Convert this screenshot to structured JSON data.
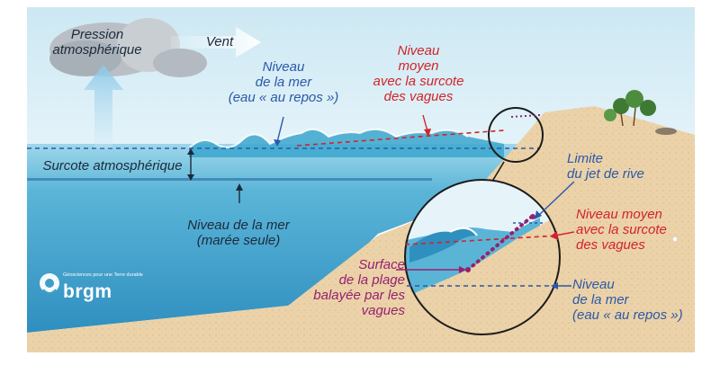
{
  "labels": {
    "pression": [
      "Pression",
      "atmosphérique"
    ],
    "vent": "Vent",
    "niveau_repos_top": [
      "Niveau",
      "de la mer",
      "(eau « au repos »)"
    ],
    "niveau_moyen_top": [
      "Niveau",
      "moyen",
      "avec la surcote",
      "des vagues"
    ],
    "surcote_atmo": "Surcote atmosphérique",
    "niveau_maree": [
      "Niveau de la mer",
      "(marée seule)"
    ],
    "limite_jet": [
      "Limite",
      "du jet de rive"
    ],
    "niveau_moyen_right": [
      "Niveau moyen",
      "avec la surcote",
      "des vagues"
    ],
    "surface_plage": [
      "Surface",
      "de la plage",
      "balayée par les vagues"
    ],
    "niveau_repos_right": [
      "Niveau",
      "de la mer",
      "(eau « au repos »)"
    ]
  },
  "logo": {
    "name": "brgm",
    "tagline": "Géosciences pour une Terre durable"
  },
  "colors": {
    "sky": "#d9eef7",
    "sea": "#5ab4d6",
    "sea_deep": "#3f9ec7",
    "sand": "#ecd2a9",
    "red_line": "#d2232a",
    "blue_line": "#2a59a8",
    "purple": "#96206f"
  }
}
